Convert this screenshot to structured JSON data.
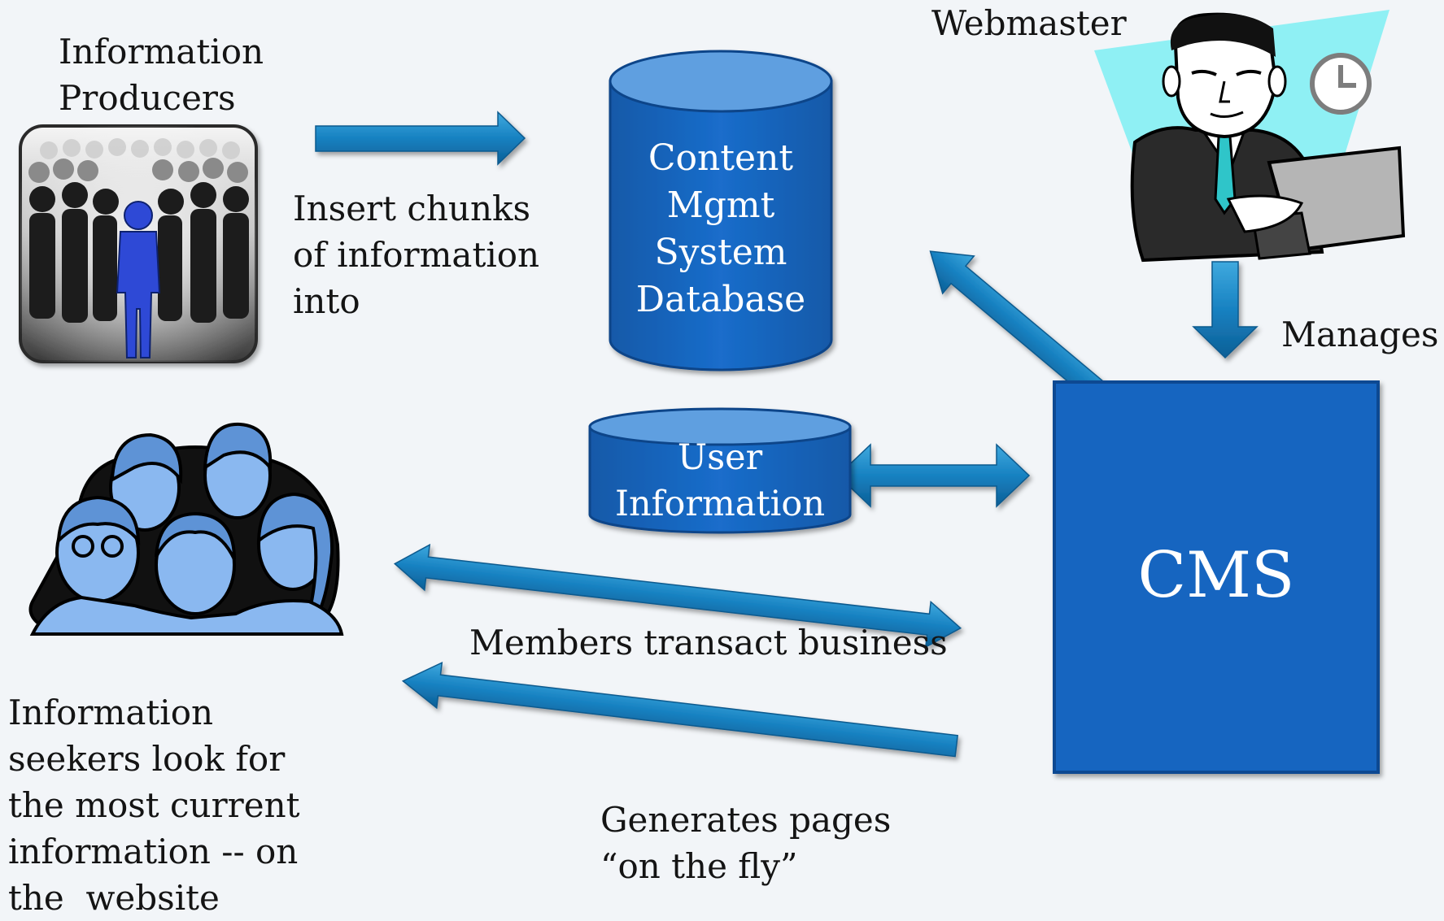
{
  "labels": {
    "producers": [
      "Information",
      "Producers"
    ],
    "insert": [
      "Insert chunks",
      "of information",
      "into"
    ],
    "cms_db": [
      "Content",
      "Mgmt",
      "System",
      "Database"
    ],
    "webmaster": "Webmaster",
    "manages": "Manages",
    "user_info": [
      "User",
      "Information"
    ],
    "cms": "CMS",
    "transact": "Members transact business",
    "seekers": [
      "Information",
      "seekers look for",
      "the most current",
      "information -- on",
      "the  website"
    ],
    "generates": [
      "Generates pages",
      "“on the fly”"
    ]
  },
  "colors": {
    "background": "#f2f5f8",
    "cylinder_body": "#1566c0",
    "cylinder_top": "#5f9fe0",
    "cms_box": "#1565c0",
    "arrow": "#1a84c3",
    "people_fill": "#8ab8f0",
    "highlight_person": "#2f49d6",
    "webmaster_backdrop": "#8ff0f4"
  },
  "icons": {
    "producers": "crowd-icon",
    "seekers": "group-of-people-icon",
    "webmaster": "webmaster-at-laptop-icon",
    "clock": "clock-icon"
  }
}
